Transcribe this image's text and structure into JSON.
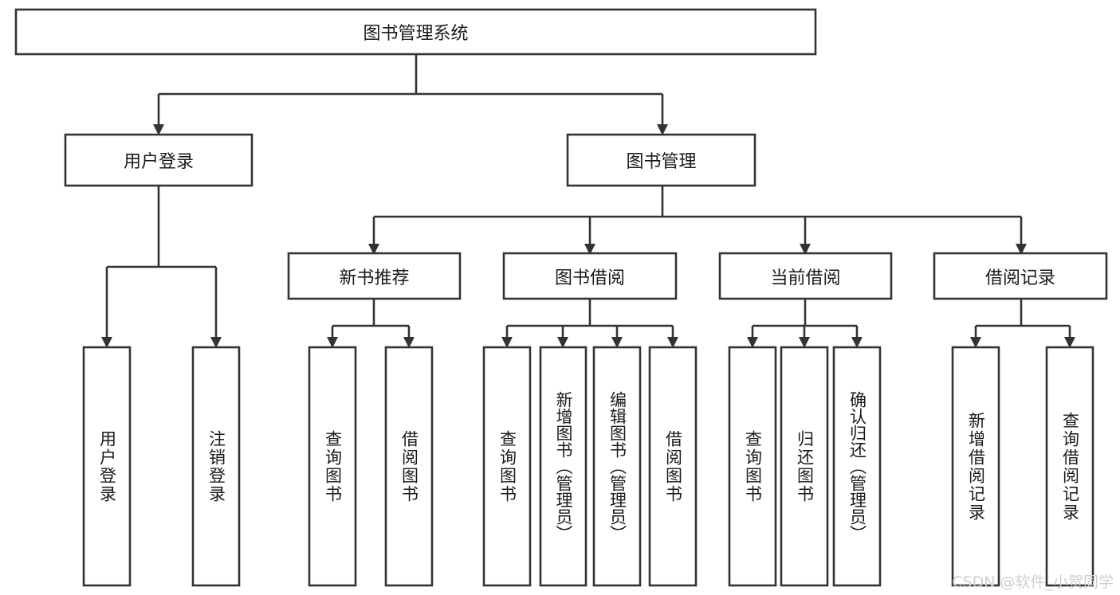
{
  "diagram": {
    "type": "tree",
    "orientation": "top-down",
    "background_color": "#ffffff",
    "line_color": "#333333",
    "text_color": "#1a1a1a",
    "root": {
      "id": "root",
      "label": "图书管理系统",
      "text_direction": "horizontal"
    },
    "level2": [
      {
        "id": "user-login",
        "label": "用户登录",
        "text_direction": "horizontal"
      },
      {
        "id": "book-manage",
        "label": "图书管理",
        "text_direction": "horizontal"
      }
    ],
    "level3": [
      {
        "id": "new-book-recommend",
        "label": "新书推荐",
        "text_direction": "horizontal",
        "parent": "book-manage"
      },
      {
        "id": "book-borrow",
        "label": "图书借阅",
        "text_direction": "horizontal",
        "parent": "book-manage"
      },
      {
        "id": "current-borrow",
        "label": "当前借阅",
        "text_direction": "horizontal",
        "parent": "book-manage"
      },
      {
        "id": "borrow-record",
        "label": "借阅记录",
        "text_direction": "horizontal",
        "parent": "book-manage"
      }
    ],
    "leaves": [
      {
        "id": "leaf-user-login",
        "label": "用户登录",
        "parent": "user-login",
        "text_direction": "vertical"
      },
      {
        "id": "leaf-logout-login",
        "label": "注销登录",
        "parent": "user-login",
        "text_direction": "vertical"
      },
      {
        "id": "leaf-query-book-1",
        "label": "查询图书",
        "parent": "new-book-recommend",
        "text_direction": "vertical"
      },
      {
        "id": "leaf-borrow-book-1",
        "label": "借阅图书",
        "parent": "new-book-recommend",
        "text_direction": "vertical"
      },
      {
        "id": "leaf-query-book-2",
        "label": "查询图书",
        "parent": "book-borrow",
        "text_direction": "vertical"
      },
      {
        "id": "leaf-add-book",
        "label": "新增图书（管理员）",
        "parent": "book-borrow",
        "text_direction": "vertical"
      },
      {
        "id": "leaf-edit-book",
        "label": "编辑图书（管理员）",
        "parent": "book-borrow",
        "text_direction": "vertical"
      },
      {
        "id": "leaf-borrow-book-2",
        "label": "借阅图书",
        "parent": "book-borrow",
        "text_direction": "vertical"
      },
      {
        "id": "leaf-query-book-3",
        "label": "查询图书",
        "parent": "current-borrow",
        "text_direction": "vertical"
      },
      {
        "id": "leaf-return-book",
        "label": "归还图书",
        "parent": "current-borrow",
        "text_direction": "vertical"
      },
      {
        "id": "leaf-confirm-return",
        "label": "确认归还（管理员）",
        "parent": "current-borrow",
        "text_direction": "vertical"
      },
      {
        "id": "leaf-add-record",
        "label": "新增借阅记录",
        "parent": "borrow-record",
        "text_direction": "vertical"
      },
      {
        "id": "leaf-query-record",
        "label": "查询借阅记录",
        "parent": "borrow-record",
        "text_direction": "vertical"
      }
    ]
  },
  "watermark": {
    "text": "CSDN @软件_小贺同学",
    "color": "#cfcfcf"
  }
}
